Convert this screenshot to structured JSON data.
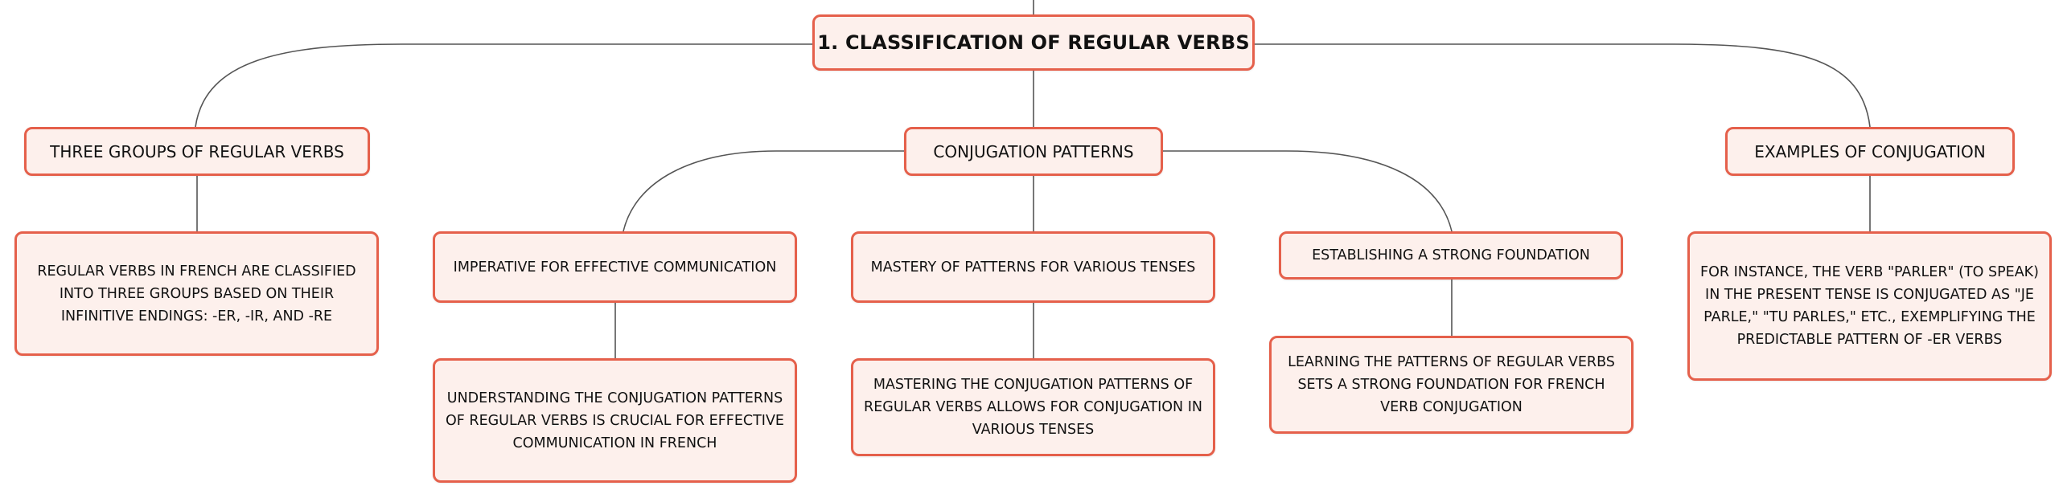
{
  "colors": {
    "node_fill": "#fdf0ec",
    "node_border": "#e5604b",
    "connector": "#555555",
    "text": "#111111"
  },
  "root": {
    "label": "1. CLASSIFICATION OF REGULAR VERBS"
  },
  "branches": [
    {
      "label": "THREE GROUPS OF REGULAR VERBS",
      "children": [
        {
          "label": "REGULAR VERBS IN FRENCH ARE CLASSIFIED INTO THREE GROUPS BASED ON THEIR INFINITIVE ENDINGS: -ER, -IR, AND -RE"
        }
      ]
    },
    {
      "label": "CONJUGATION PATTERNS",
      "children": [
        {
          "label": "IMPERATIVE FOR EFFECTIVE COMMUNICATION",
          "detail": "UNDERSTANDING THE CONJUGATION PATTERNS OF REGULAR VERBS IS CRUCIAL FOR EFFECTIVE COMMUNICATION IN FRENCH"
        },
        {
          "label": "MASTERY OF PATTERNS FOR VARIOUS TENSES",
          "detail": "MASTERING THE CONJUGATION PATTERNS OF REGULAR VERBS ALLOWS FOR CONJUGATION IN VARIOUS TENSES"
        },
        {
          "label": "ESTABLISHING A STRONG FOUNDATION",
          "detail": "LEARNING THE PATTERNS OF REGULAR VERBS SETS A STRONG FOUNDATION FOR FRENCH VERB CONJUGATION"
        }
      ]
    },
    {
      "label": "EXAMPLES OF CONJUGATION",
      "children": [
        {
          "label": "FOR INSTANCE, THE VERB \"PARLER\" (TO SPEAK) IN THE PRESENT TENSE IS CONJUGATED AS \"JE PARLE,\" \"TU PARLES,\" ETC., EXEMPLIFYING THE PREDICTABLE PATTERN OF -ER VERBS"
        }
      ]
    }
  ]
}
